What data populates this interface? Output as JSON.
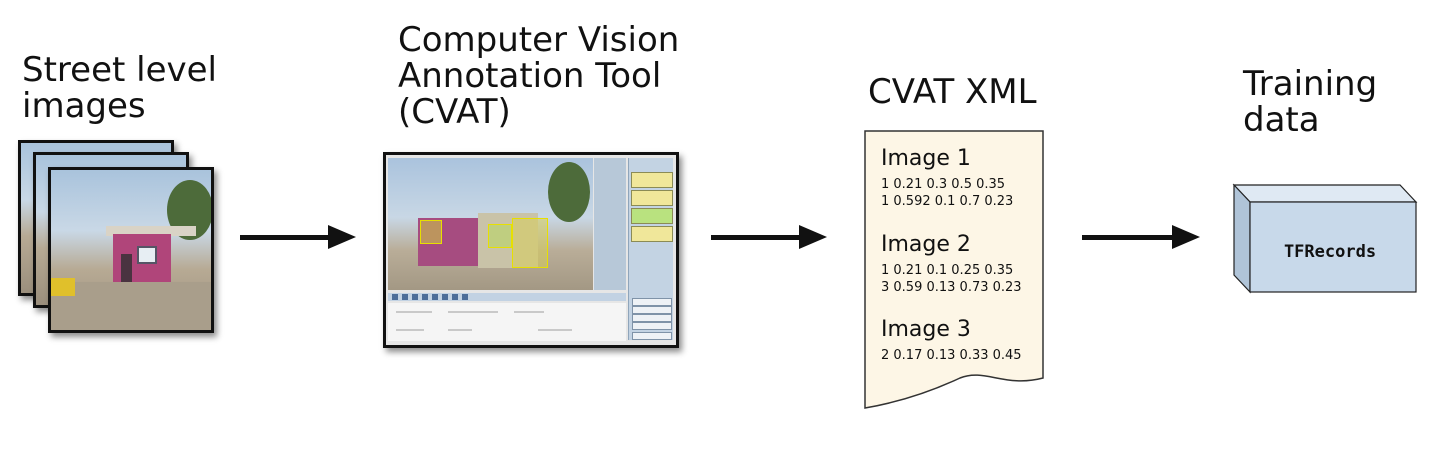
{
  "stages": [
    {
      "label": "Street level\nimages"
    },
    {
      "label": "Computer Vision\nAnnotation Tool\n(CVAT)"
    },
    {
      "label": "CVAT XML"
    },
    {
      "label": "Training\ndata"
    }
  ],
  "xml_document": {
    "images": [
      {
        "title": "Image 1",
        "rows": [
          "1 0.21 0.3 0.5 0.35",
          "1 0.592 0.1 0.7 0.23"
        ]
      },
      {
        "title": "Image 2",
        "rows": [
          "1 0.21 0.1 0.25 0.35",
          "3 0.59 0.13 0.73 0.23"
        ]
      },
      {
        "title": "Image 3",
        "rows": [
          "2 0.17 0.13 0.33 0.45"
        ]
      }
    ],
    "fill_color": "#fdf6e6"
  },
  "output": {
    "label": "TFRecords",
    "box_color": "#c8d9ea"
  }
}
